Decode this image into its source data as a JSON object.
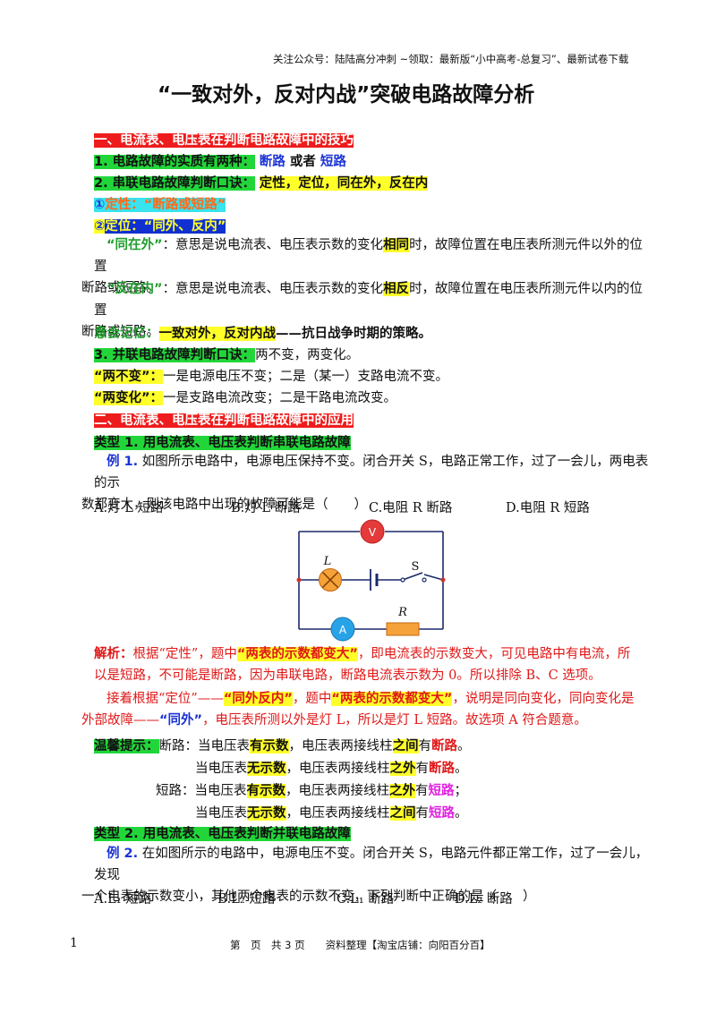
{
  "header": {
    "text": "关注公众号：陆陆高分冲刺 ~领取：最新版“小中高考-总复习”、最新试卷下载"
  },
  "title": "“一致对外，反对内战”突破电路故障分析",
  "s1": {
    "heading": "一、电流表、电压表在判断电路故障中的技巧"
  },
  "l1": {
    "label": "1. 电路故障的实质有两种：",
    "a": "断路",
    "mid": " 或者 ",
    "b": "短路"
  },
  "l2": {
    "label": "2. 串联电路故障判断口诀：",
    "text": "定性，定位，同在外，反在内"
  },
  "l3": {
    "num": "①",
    "text": "定性：“断路或短路”"
  },
  "l4": {
    "num": "②",
    "text": "定位：“同外、反内”"
  },
  "p1": {
    "quote": "“同在外”",
    "t1": "：意思是说电流表、电压表示数的变化",
    "key": "相同",
    "t2": "时，故障位置在电压表所测元件以外的位置",
    "t3": "断路或短路。"
  },
  "p2": {
    "quote": "“反在内”",
    "t1": "：意思是说电流表、电压表示数的变化",
    "key": "相反",
    "t2": "时，故障位置在电压表所测元件以内的位置",
    "t3": "断路或短路。"
  },
  "l5": {
    "label": "意会记忆：",
    "hl": "一致对外，反对内战",
    "rest": "——抗日战争时期的策略。"
  },
  "l6": {
    "label": "3. 并联电路故障判断口诀：",
    "rest": "两不变，两变化。"
  },
  "l7": {
    "label": "“两不变”：",
    "rest": "一是电源电压不变；二是（某一）支路电流不变。"
  },
  "l8": {
    "label": "“两变化”：",
    "rest": "一是支路电流改变；二是干路电流改变。"
  },
  "s2": {
    "heading": "二、电流表、电压表在判断电路故障中的应用"
  },
  "type1": "类型 1. 用电流表、电压表判断串联电路故障",
  "ex1": {
    "label": "例 1.",
    "t1": " 如图所示电路中，电源电压保持不变。闭合开关 S，电路正常工作，过了一会儿，两电表的示",
    "t2": "数都变大，则该电路中出现的故障可能是（　　）",
    "options": [
      "A.灯 L 短路",
      "B.灯 L 断路",
      "C.电阻 R 断路",
      "D.电阻 R 短路"
    ]
  },
  "circuit": {
    "v": "V",
    "a": "A",
    "l": "L",
    "s": "S",
    "r": "R"
  },
  "an1": {
    "label": "解析：",
    "t1": "根据“定性”，题中",
    "hl1": "“两表的示数都变大”",
    "t2": "，即电流表的示数变大，可见电路中有电流，所",
    "t3": "以是短路，不可能是断路，因为串联电路，断路电流表示数为 0。所以排除 B、C 选项。"
  },
  "an2": {
    "t1": "接着根据“定位”——",
    "hl1": "“同外反内”",
    "t2": "，题中",
    "hl2": "“两表的示数都变大”",
    "t3": "，说明是同向变化，同向变化是",
    "t4": "外部故障——",
    "q": "“同外”",
    "t5": "，电压表所测以外是灯 L，所以是灯 L 短路。故选项 A 符合题意。"
  },
  "tips": {
    "label": "温馨提示：",
    "rows": [
      {
        "pre": "断路：",
        "a": "当电压表",
        "h1": "有示数",
        "b": "，电压表两接线柱",
        "h2": "之间",
        "c": "有",
        "end": "断路",
        "p": "。"
      },
      {
        "pre": "",
        "a": "当电压表",
        "h1": "无示数",
        "b": "，电压表两接线柱",
        "h2": "之外",
        "c": "有",
        "end": "断路",
        "p": "。"
      },
      {
        "pre": "短路：",
        "a": "当电压表",
        "h1": "有示数",
        "b": "，电压表两接线柱",
        "h2": "之外",
        "c": "有",
        "end": "短路",
        "p": "；"
      },
      {
        "pre": "",
        "a": "当电压表",
        "h1": "无示数",
        "b": "，电压表两接线柱",
        "h2": "之间",
        "c": "有",
        "end": "短路",
        "p": "。"
      }
    ]
  },
  "type2": "类型 2. 用电流表、电压表判断并联电路故障",
  "ex2": {
    "label": "例 2.",
    "t1": " 在如图所示的电路中，电源电压不变。闭合开关 S，电路元件都正常工作，过了一会儿，发现",
    "t2": "一个电表的示数变小，其他两个电表的示数不变，下列判断中正确的是（　　）",
    "options": [
      "A.L₁ 短路",
      "B.L₂ 短路",
      "C.L₁ 断路",
      "D.L₂ 断路"
    ]
  },
  "footer": {
    "page": "1",
    "text": "第　页　共 3 页　　资料整理【淘宝店铺：向阳百分百】"
  }
}
